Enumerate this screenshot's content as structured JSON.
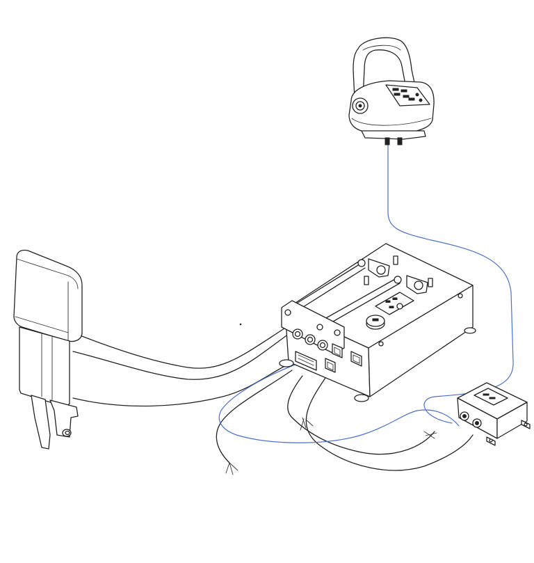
{
  "diagram": {
    "components": [
      {
        "id": "actuator",
        "label": ""
      },
      {
        "id": "control-head",
        "label": ""
      },
      {
        "id": "processor-unit",
        "label": ""
      },
      {
        "id": "junction-box",
        "label": ""
      }
    ],
    "colors": {
      "signal_cable": "#4a6fd0",
      "mechanical_lines": "#222222",
      "background": "#ffffff"
    }
  }
}
